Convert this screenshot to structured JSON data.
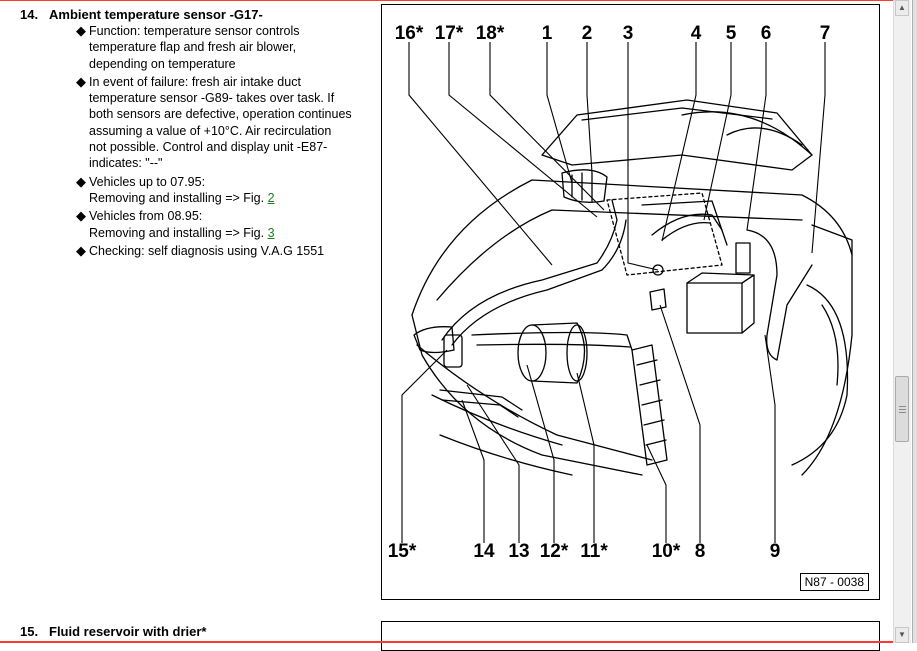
{
  "items": [
    {
      "number": "14.",
      "title": "Ambient temperature sensor -G17-",
      "bullets": [
        {
          "lines": [
            "Function: temperature sensor controls",
            "temperature flap and fresh air blower,",
            "depending on temperature"
          ]
        },
        {
          "lines": [
            "In event of failure: fresh air intake duct",
            "temperature sensor -G89- takes over task. If",
            "both sensors are defective, operation continues",
            "assuming a value of +10°C. Air recirculation",
            "not possible. Control and display unit -E87-",
            "indicates: \"--\""
          ]
        },
        {
          "lines": [
            "Vehicles up to 07.95:"
          ],
          "sub": "Removing and installing => Fig. ",
          "link": "2"
        },
        {
          "lines": [
            "Vehicles from 08.95:"
          ],
          "sub": "Removing and installing => Fig. ",
          "link": "3"
        },
        {
          "lines": [
            "Checking: self diagnosis using V.A.G 1551"
          ]
        }
      ]
    },
    {
      "number": "15.",
      "title": "Fluid reservoir with drier*"
    }
  ],
  "bullet_glyph": "◆",
  "figure": {
    "reference": "N87 - 0038",
    "callouts_top": [
      "16*",
      "17*",
      "18*",
      "1",
      "2",
      "3",
      "4",
      "5",
      "6",
      "7"
    ],
    "callouts_bottom": [
      "15*",
      "14",
      "13",
      "12*",
      "11*",
      "10*",
      "8",
      "9"
    ]
  },
  "scrollbar": {
    "up_glyph": "▲",
    "down_glyph": "▼"
  }
}
